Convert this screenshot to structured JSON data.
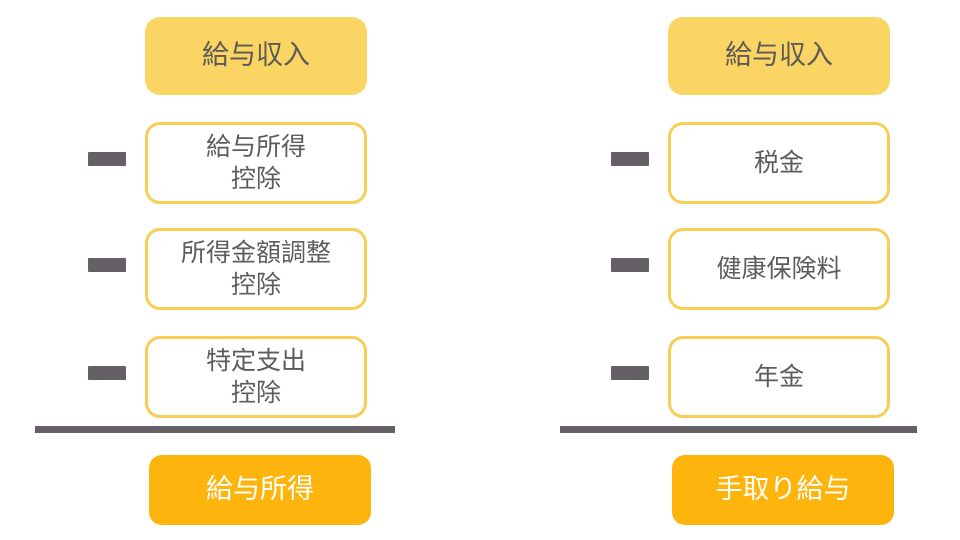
{
  "diagram": {
    "type": "two-column-subtraction-flow",
    "colors": {
      "income_box_fill": "#fbd563",
      "deduction_box_fill": "#ffffff",
      "deduction_box_border": "#f7cd57",
      "result_box_fill": "#fdb40c",
      "result_text": "#ffffff",
      "body_text": "#5f5c5e",
      "minus_sign": "#646066",
      "rule": "#646066",
      "background": "#ffffff"
    },
    "columns": [
      {
        "id": "salary-income-to-employment-income",
        "income": {
          "label": "給与収入"
        },
        "deductions": [
          {
            "operator": "−",
            "label": "給与所得\n控除",
            "lines": [
              "給与所得",
              "控除"
            ]
          },
          {
            "operator": "−",
            "label": "所得金額調整\n控除",
            "lines": [
              "所得金額調整",
              "控除"
            ]
          },
          {
            "operator": "−",
            "label": "特定支出\n控除",
            "lines": [
              "特定支出",
              "控除"
            ]
          }
        ],
        "result": {
          "label": "給与所得"
        }
      },
      {
        "id": "salary-income-to-takehome-pay",
        "income": {
          "label": "給与収入"
        },
        "deductions": [
          {
            "operator": "−",
            "label": "税金",
            "lines": [
              "税金"
            ]
          },
          {
            "operator": "−",
            "label": "健康保険料",
            "lines": [
              "健康保険料"
            ]
          },
          {
            "operator": "−",
            "label": "年金",
            "lines": [
              "年金"
            ]
          }
        ],
        "result": {
          "label": "手取り給与"
        }
      }
    ]
  }
}
